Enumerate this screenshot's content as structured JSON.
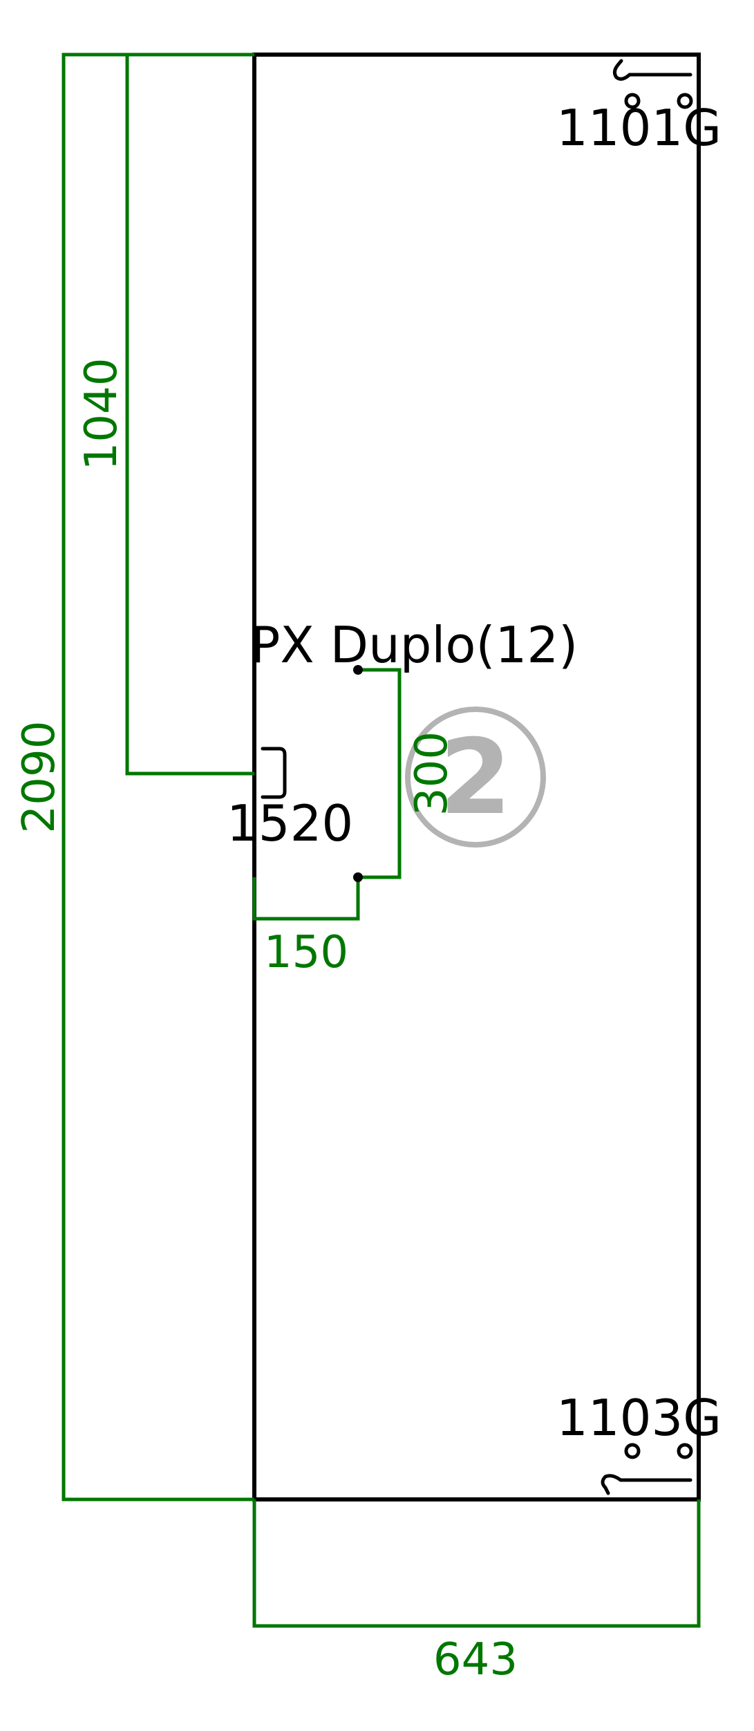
{
  "colors": {
    "outline": "#000000",
    "dimension": "#007700",
    "badge": "#b3b3b3",
    "background": "#ffffff"
  },
  "door": {
    "label": "PX Duplo(12)",
    "badge_number": "2"
  },
  "hardware": {
    "top_hinge": "1101G",
    "bottom_hinge": "1103G",
    "handle": "1520"
  },
  "dimensions": {
    "height": "2090",
    "handle_height": "1040",
    "handle_spacing": "300",
    "handle_offset": "150",
    "width": "643"
  }
}
